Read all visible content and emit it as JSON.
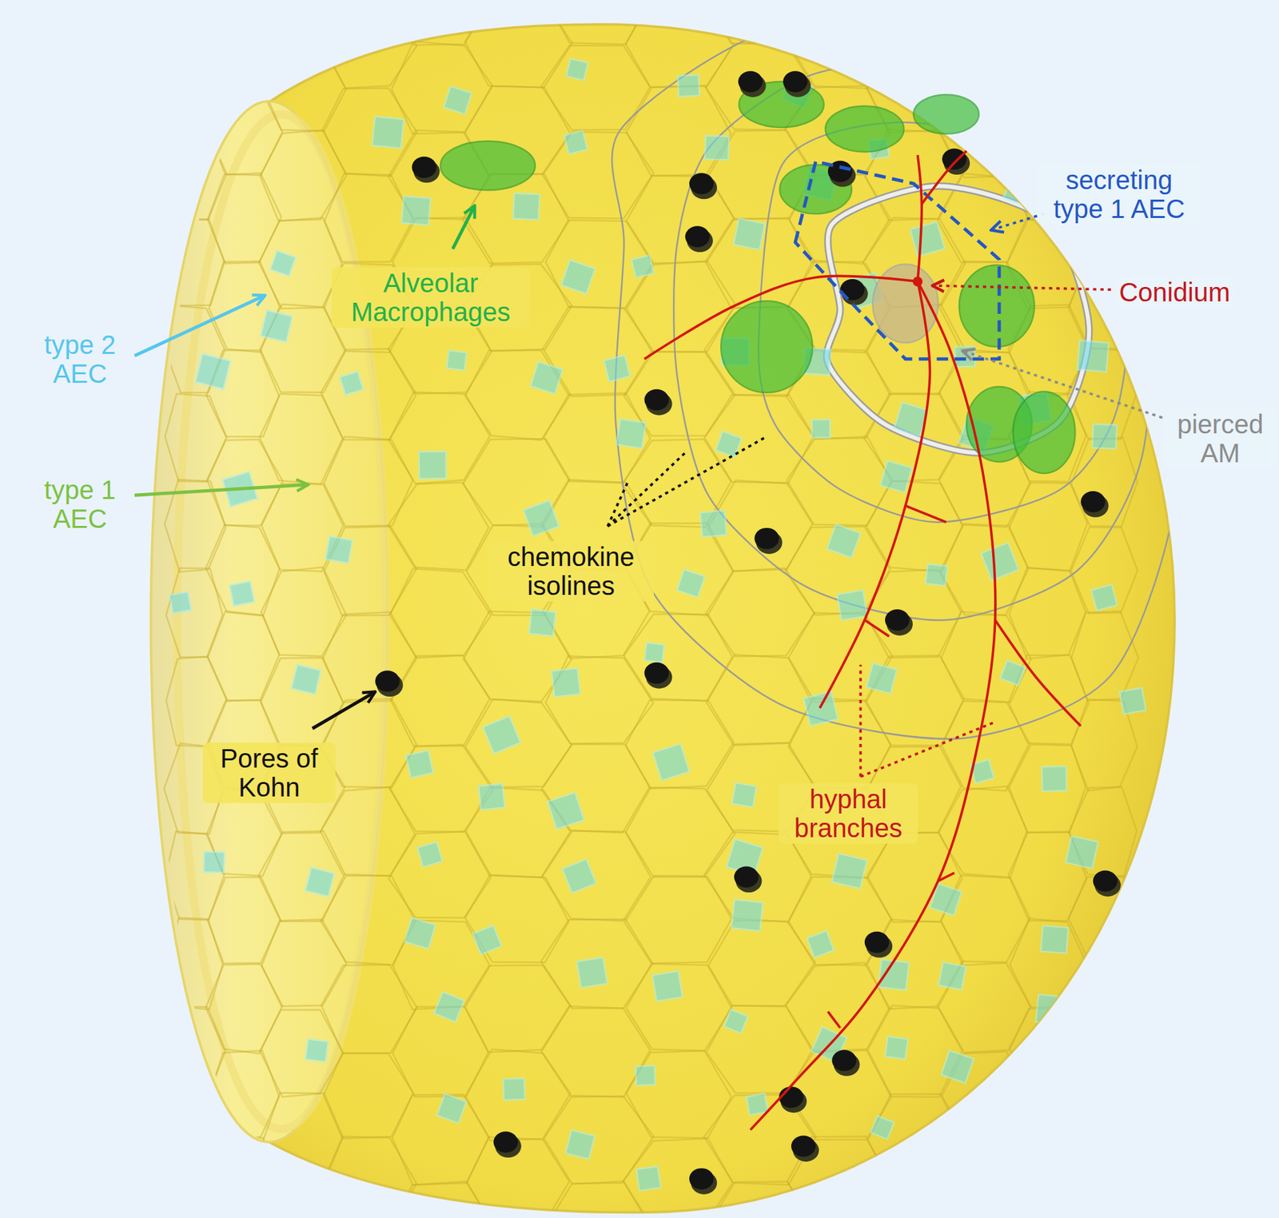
{
  "diagram": {
    "labels": [
      "Alveolar Macrophages",
      "type 2 AEC",
      "type 1 AEC",
      "Pores of Kohn",
      "chemokine isolines",
      "hyphal branches",
      "secreting type 1 AEC",
      "Conidium",
      "pierced AM"
    ]
  }
}
